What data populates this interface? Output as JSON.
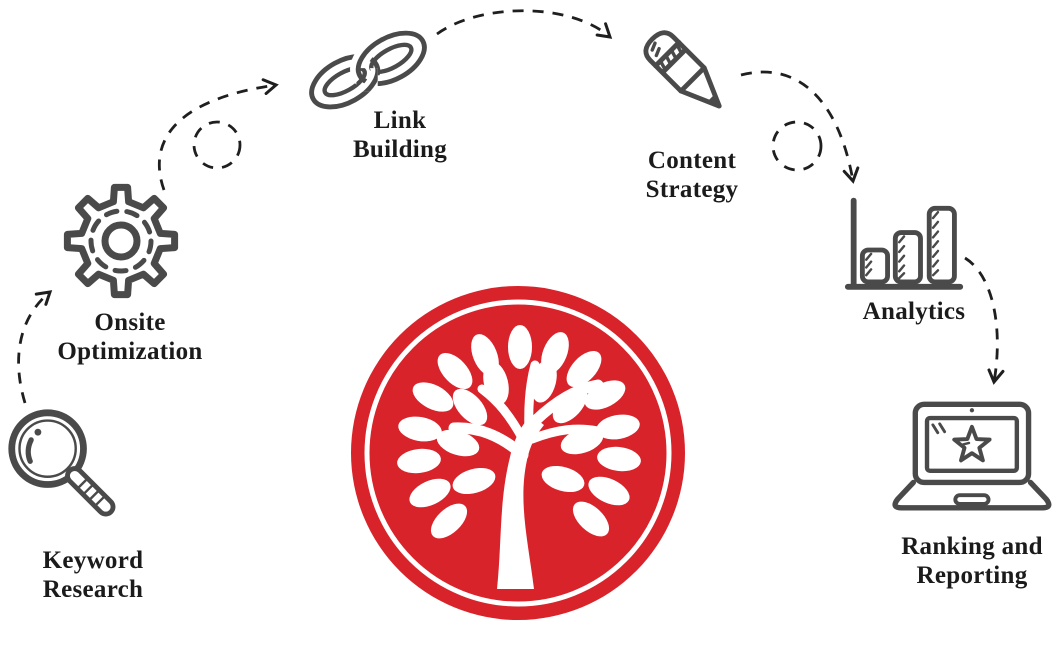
{
  "diagram": {
    "background": "#ffffff",
    "steps": [
      {
        "label": "Keyword\nResearch",
        "icon": "magnifying-glass-icon"
      },
      {
        "label": "Onsite\nOptimization",
        "icon": "gear-icon"
      },
      {
        "label": "Link\nBuilding",
        "icon": "chain-link-icon"
      },
      {
        "label": "Content\nStrategy",
        "icon": "pencil-icon"
      },
      {
        "label": "Analytics",
        "icon": "bar-chart-icon"
      },
      {
        "label": "Ranking and\nReporting",
        "icon": "laptop-star-icon"
      }
    ],
    "colors": {
      "icon_stroke": "#4a4a4a",
      "arrow": "#1f1f1f",
      "label_text": "#1b1b1b",
      "logo_red": "#d8232a",
      "logo_tree": "#ffffff"
    }
  }
}
